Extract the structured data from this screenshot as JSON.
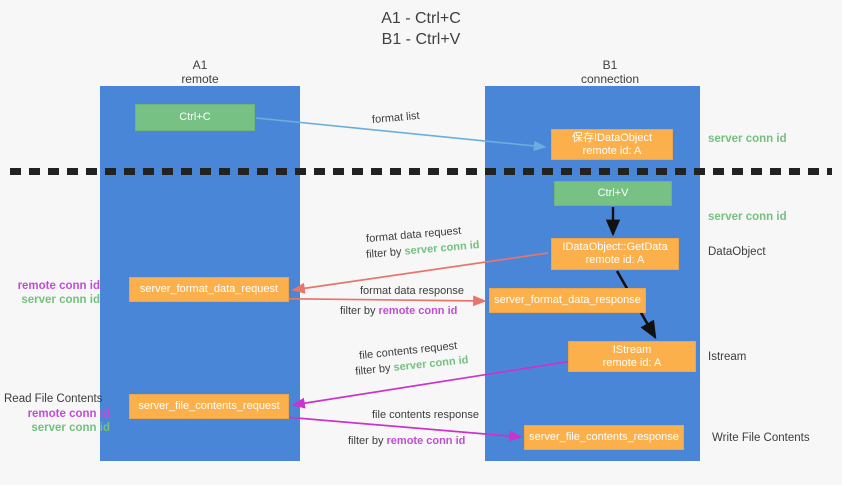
{
  "title": "A1 - Ctrl+C\nB1 - Ctrl+V",
  "title_line1": "A1 - Ctrl+C",
  "title_line2": "B1 - Ctrl+V",
  "colors": {
    "lane": "#4a86d8",
    "green_box": "#76c183",
    "orange_box": "#fbb04c",
    "green_text": "#74c17f",
    "purple_text": "#c04ed3",
    "red_arrow": "#e8756b",
    "magenta_arrow": "#cc33cc",
    "blue_arrow": "#6aaedd",
    "black_arrow": "#111111",
    "background": "#f7f7f7"
  },
  "columns": {
    "left": {
      "name": "A1",
      "role": "remote"
    },
    "right": {
      "name": "B1",
      "role": "connection"
    }
  },
  "boxes": {
    "ctrl_c": {
      "line1": "Ctrl+C"
    },
    "ctrl_v": {
      "line1": "Ctrl+V"
    },
    "idataobject": {
      "line1": "保存IDataObject",
      "line2": "remote id: A"
    },
    "getdata": {
      "line1": "IDataObject::GetData",
      "line2": "remote id: A"
    },
    "istream": {
      "line1": "IStream",
      "line2": "remote id: A"
    },
    "format_data_request": {
      "line1": "server_format_data_request"
    },
    "format_data_response": {
      "line1": "server_format_data_response"
    },
    "file_contents_request": {
      "line1": "server_file_contents_request"
    },
    "file_contents_response": {
      "line1": "server_file_contents_response"
    }
  },
  "arrow_labels": {
    "format_list": "format list",
    "format_data_request": "format data request",
    "format_data_request_filter_prefix": "filter by ",
    "format_data_request_filter_value": "server conn id",
    "format_data_response": "format data response",
    "format_data_response_filter_prefix": "filter by ",
    "format_data_response_filter_value": "remote conn id",
    "file_contents_request": "file contents request",
    "file_contents_request_filter_prefix": "filter by ",
    "file_contents_request_filter_value": "server conn id",
    "file_contents_response": "file contents response",
    "file_contents_response_filter_prefix": "filter by ",
    "file_contents_response_filter_value": "remote conn id"
  },
  "annotations": {
    "right_server_conn_id_top": "server conn id",
    "right_server_conn_id_mid": "server conn id",
    "right_dataobject": "DataObject",
    "right_istream": "Istream",
    "right_write_file_contents": "Write File Contents",
    "left_remote_conn_id_1": "remote conn id",
    "left_server_conn_id_1": "server conn id",
    "left_read_file_contents": "Read File Contents",
    "left_remote_conn_id_2": "remote conn id",
    "left_server_conn_id_2": "server conn id"
  }
}
